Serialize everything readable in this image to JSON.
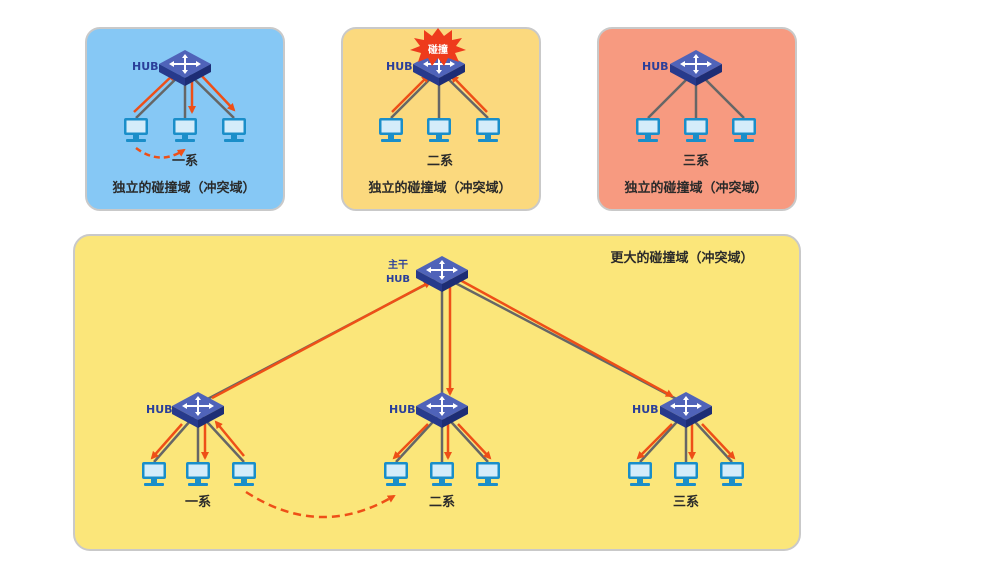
{
  "colors": {
    "box1": "#86c8f5",
    "box2": "#fbd97e",
    "box3": "#f79a80",
    "big": "#fbe67a",
    "border": "#c9c9c9",
    "wire": "#666666",
    "arrow": "#ee4f17",
    "hub_top": "#4f63b9",
    "hub_side": "#273a8c",
    "label": "#2b3f9a",
    "text": "#2a2a2a"
  },
  "top_boxes": [
    {
      "hub_label": "HUB",
      "dept": "一系",
      "caption": "独立的碰撞域（冲突域）"
    },
    {
      "hub_label": "HUB",
      "dept": "二系",
      "caption": "独立的碰撞域（冲突域）",
      "burst": "碰撞"
    },
    {
      "hub_label": "HUB",
      "dept": "三系",
      "caption": "独立的碰撞域（冲突域）"
    }
  ],
  "big_box": {
    "caption": "更大的碰撞域（冲突域）",
    "trunk_label_1": "主干",
    "trunk_label_2": "HUB",
    "sub": [
      {
        "hub_label": "HUB",
        "dept": "一系"
      },
      {
        "hub_label": "HUB",
        "dept": "二系"
      },
      {
        "hub_label": "HUB",
        "dept": "三系"
      }
    ]
  }
}
